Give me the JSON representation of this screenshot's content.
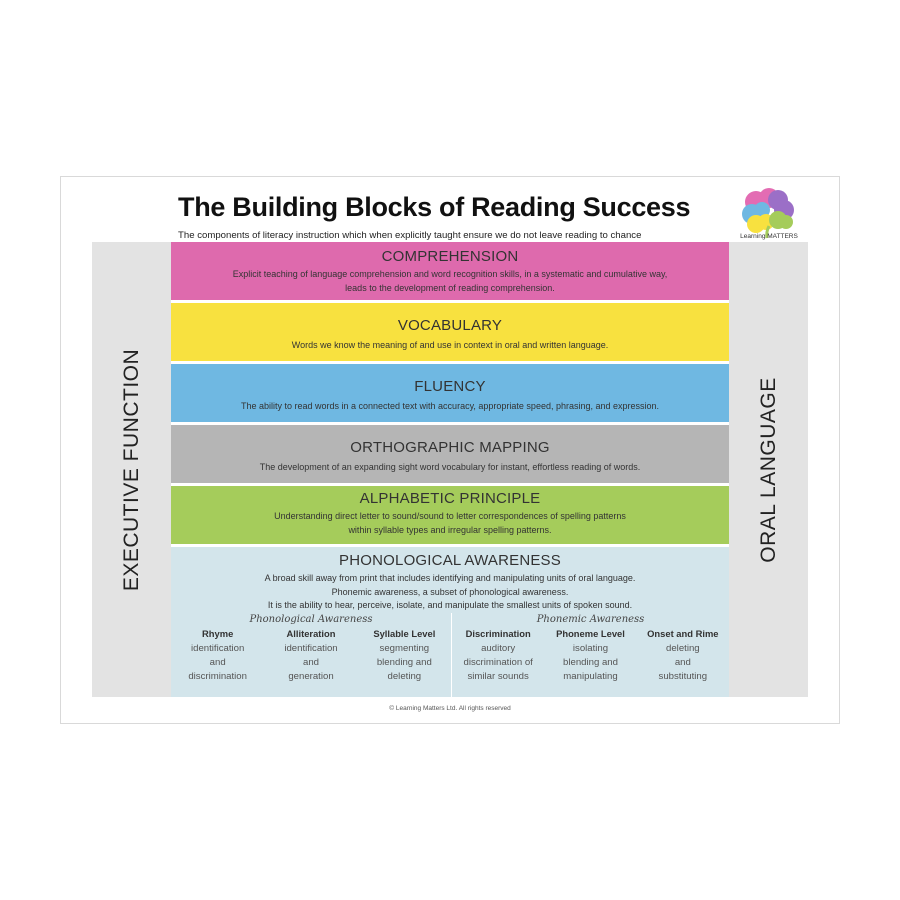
{
  "header": {
    "title": "The Building Blocks of Reading Success",
    "subtitle": "The components of literacy instruction which when explicitly taught ensure we do not leave reading to chance",
    "logo_text": "Learning MATTERS"
  },
  "side_labels": {
    "left": "EXECUTIVE FUNCTION",
    "right": "ORAL LANGUAGE"
  },
  "bands": [
    {
      "title": "COMPREHENSION",
      "desc1": "Explicit teaching of language comprehension and word recognition skills, in a systematic and cumulative way,",
      "desc2": "leads to the development of reading comprehension.",
      "color": "#de6aad"
    },
    {
      "title": "VOCABULARY",
      "desc1": "Words we know the meaning of and use in context in oral and written language.",
      "color": "#f8e13f"
    },
    {
      "title": "FLUENCY",
      "desc1": "The ability to read words in a connected text with accuracy, appropriate speed, phrasing, and expression.",
      "color": "#6fb8e2"
    },
    {
      "title": "ORTHOGRAPHIC MAPPING",
      "desc1": "The development of an expanding sight word vocabulary for instant, effortless reading of words.",
      "color": "#b5b5b5"
    },
    {
      "title": "ALPHABETIC PRINCIPLE",
      "desc1": "Understanding direct letter to sound/sound to letter correspondences of spelling patterns",
      "desc2": "within syllable types and irregular spelling patterns.",
      "color": "#a5cc5b"
    },
    {
      "title": "PHONOLOGICAL AWARENESS",
      "desc1": "A broad skill away from print that includes identifying and manipulating units of oral language.",
      "desc2": "Phonemic awareness, a subset of phonological awareness.",
      "desc3": "It is the ability to hear, perceive, isolate, and manipulate the smallest units of spoken sound.",
      "color": "#d3e5eb"
    }
  ],
  "phonological": {
    "title": "Phonological Awareness",
    "cols": [
      {
        "head": "Rhyme",
        "l1": "identification",
        "l2": "and",
        "l3": "discrimination"
      },
      {
        "head": "Alliteration",
        "l1": "identification",
        "l2": "and",
        "l3": "generation"
      },
      {
        "head": "Syllable Level",
        "l1": "segmenting",
        "l2": "blending and",
        "l3": "deleting"
      }
    ]
  },
  "phonemic": {
    "title": "Phonemic Awareness",
    "cols": [
      {
        "head": "Discrimination",
        "l1": "auditory",
        "l2": "discrimination of",
        "l3": "similar sounds"
      },
      {
        "head": "Phoneme Level",
        "l1": "isolating",
        "l2": "blending and",
        "l3": "manipulating"
      },
      {
        "head": "Onset and Rime",
        "l1": "deleting",
        "l2": "and",
        "l3": "substituting"
      }
    ]
  },
  "footer": "© Learning Matters Ltd. All rights reserved"
}
